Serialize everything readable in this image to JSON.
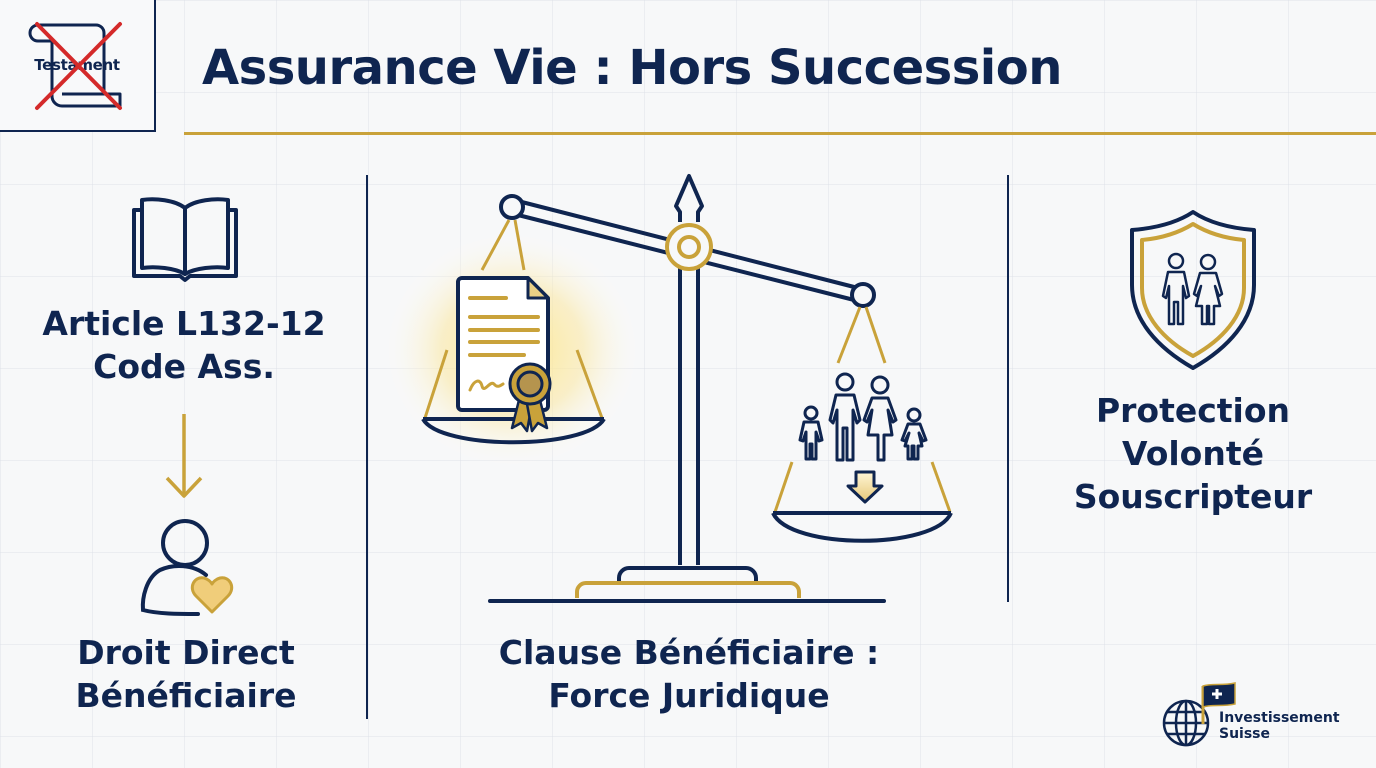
{
  "header": {
    "title": "Assurance Vie : Hors Succession",
    "logo": {
      "label": "Testament",
      "icon": "crossed-scroll-icon",
      "cross_color": "#d42a2a"
    }
  },
  "columns": {
    "left": {
      "icon_top": "open-book-icon",
      "label_top_line1": "Article L132-12",
      "label_top_line2": "Code Ass.",
      "arrow_icon": "arrow-down-icon",
      "icon_bottom": "person-heart-icon",
      "label_bottom_line1": "Droit Direct",
      "label_bottom_line2": "Bénéficiaire"
    },
    "center": {
      "illustration": "balance-scale-icon",
      "left_pan": "certificate-document-icon",
      "right_pan": "family-icon",
      "label_line1": "Clause Bénéficiaire :",
      "label_line2": "Force Juridique"
    },
    "right": {
      "icon": "shield-couple-icon",
      "label_line1": "Protection",
      "label_line2": "Volonté",
      "label_line3": "Souscripteur"
    }
  },
  "brand": {
    "line1": "Investissement",
    "line2": "Suisse",
    "icon": "globe-swiss-flag-icon"
  },
  "colors": {
    "navy": "#0f2550",
    "gold": "#c9a23a",
    "background": "#f7f8f9",
    "red": "#d42a2a"
  }
}
